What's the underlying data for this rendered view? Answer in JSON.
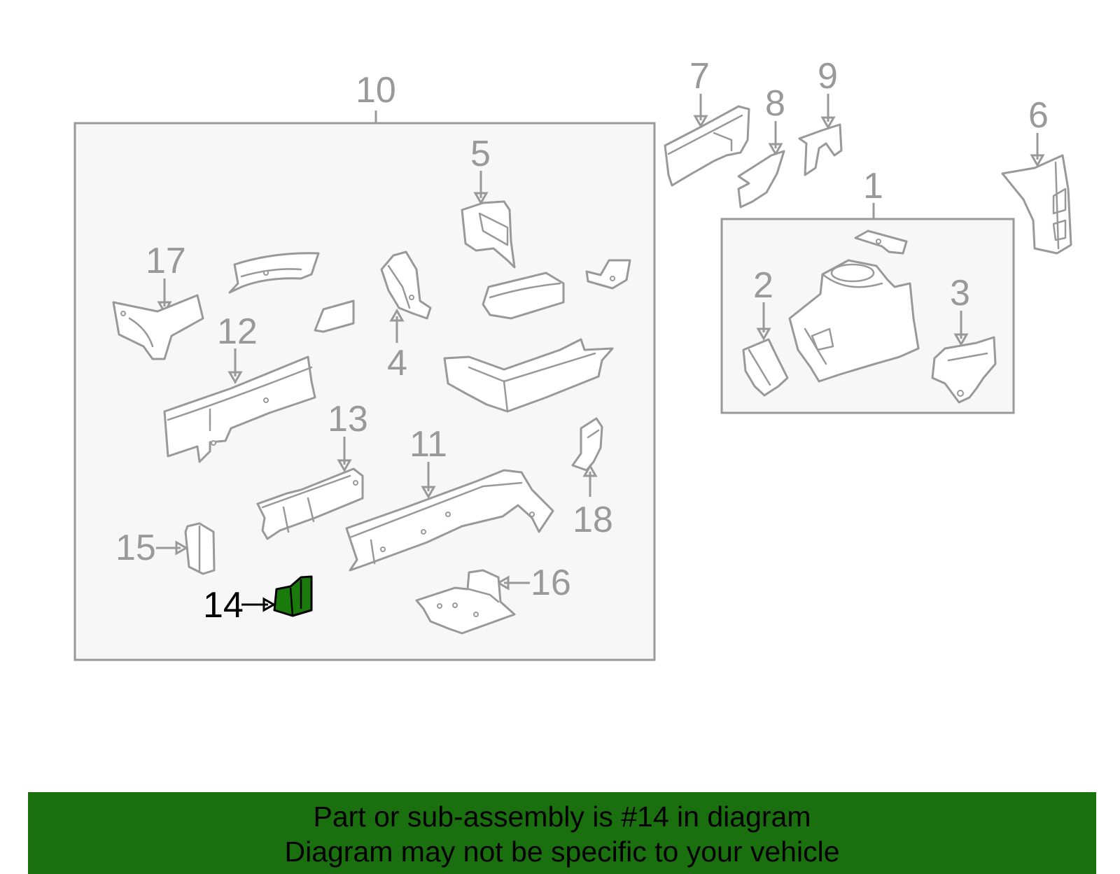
{
  "diagram": {
    "highlight_color": "#1a7a0c",
    "line_color": "#999999",
    "group_box_color": "#f7f7f7",
    "callouts": {
      "c1": "1",
      "c2": "2",
      "c3": "3",
      "c4": "4",
      "c5": "5",
      "c6": "6",
      "c7": "7",
      "c8": "8",
      "c9": "9",
      "c10": "10",
      "c11": "11",
      "c12": "12",
      "c13": "13",
      "c14": "14",
      "c15": "15",
      "c16": "16",
      "c17": "17",
      "c18": "18"
    },
    "highlighted_part": "14"
  },
  "banner": {
    "background": "#1a6f0e",
    "line1": "Part or sub-assembly is #14 in diagram",
    "line2": "Diagram may not be specific to your vehicle"
  }
}
